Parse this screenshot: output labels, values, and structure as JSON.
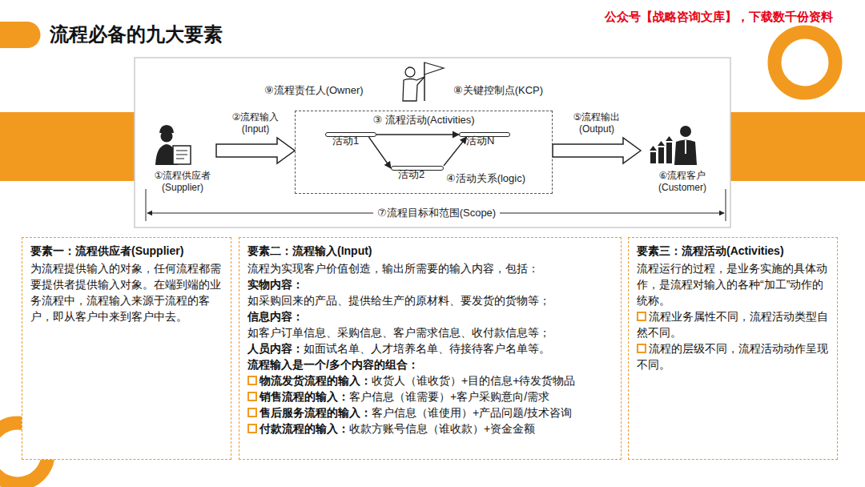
{
  "diagram": {
    "title": "流程必备的九大要素",
    "nodes": [
      {
        "text": [
          "①流程供应者 (Supplier)"
        ]
      },
      {
        "text": [
          "③ 流程活动(Activities)",
          "④活动关系(logic)"
        ]
      },
      {
        "text": [
          "活动1"
        ],
        "in": 1
      },
      {
        "text": [
          "活动N"
        ],
        "in": 1
      },
      {
        "text": [
          "活动2"
        ],
        "in": 1
      },
      {
        "text": [
          "⑥流程客户 (Customer)"
        ]
      },
      {
        "text": [
          "要素一：流程供应者(Supplier)",
          "为流程提供输入的对象，任何流程都需要提供者提供输入对象。在端到端的业务流程中，流程输入来源于流程的客户，即从客户中来到客户中去。"
        ]
      },
      {
        "text": [
          "要素二：流程输入(Input)",
          "流程为实现客户价值创造，输出所需要的输入内容，包括：",
          "实物内容：",
          "如采购回来的产品、提供给生产的原材料、要发货的货物等；",
          "信息内容：",
          "如客户订单信息、采购信息、客户需求信息、收付款信息等；",
          "人员内容：",
          "如面试名单、人才培养名单、待接待客户名单等。",
          "流程输入是一个/多个内容的组合：",
          "物流发货流程的输入：",
          "收货人（谁收货）+目的信息+待发货物品",
          "销售流程的输入：",
          "客户信息（谁需要）+客户采购意向/需求",
          "售后服务流程的输入：",
          "客户信息（谁使用）+产品问题/技术咨询",
          "付款流程的输入：",
          "收款方账号信息（谁收款）+资金金额"
        ]
      },
      {
        "text": [
          "要素三：流程活动(Activities)",
          "流程运行的过程，是业务实施的具体动作，是流程对输入的各种“加工”动作的统称。",
          "流程业务属性不同，流程活动类型自然不同。",
          "流程的层级不同，流程活动动作呈现不同。"
        ]
      }
    ],
    "edges": [
      {
        "from": 0,
        "to": 1,
        "label": "②流程输入 (Input)",
        "arrow": "to"
      },
      {
        "from": 2,
        "to": 3,
        "arrow": "to"
      },
      {
        "from": 2,
        "to": 4,
        "arrow": "to"
      },
      {
        "from": 4,
        "to": 3,
        "arrow": "to"
      },
      {
        "from": 1,
        "to": 5,
        "label": "⑤流程输出 (Output)",
        "arrow": "to"
      }
    ],
    "labels": [
      "公众号【战略咨询文库】，下载数千份资料",
      "⑨流程责任人(Owner)",
      "⑧关键控制点(KCP)",
      "⑦流程目标和范围(Scope)"
    ]
  }
}
